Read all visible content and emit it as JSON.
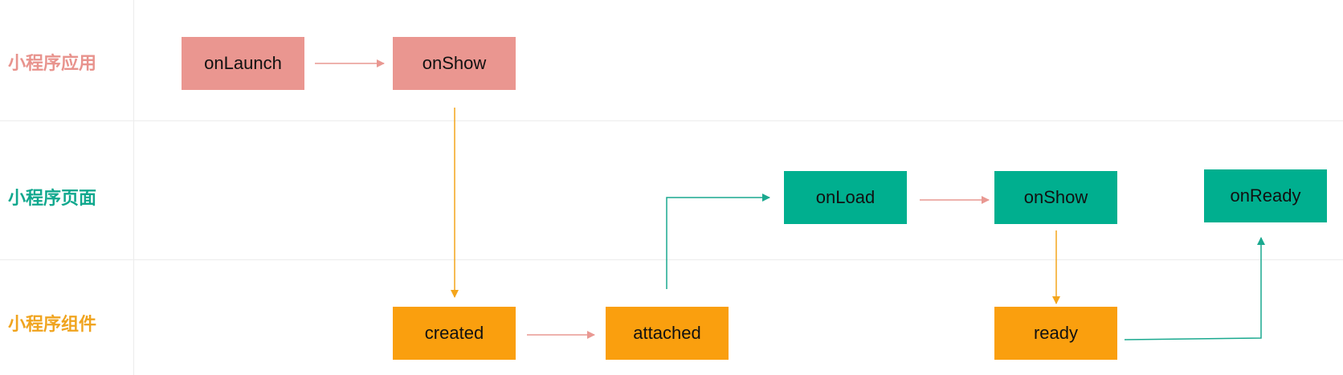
{
  "colors": {
    "app": "#ea9690",
    "page": "#00af8f",
    "component": "#fa9f0e",
    "app_label": "#e8938d",
    "page_label": "#10a88e",
    "component_label": "#f0a41f",
    "arrow_pink": "#e99892",
    "arrow_teal": "#1aa98f",
    "arrow_orange": "#f4a51c"
  },
  "lanes": {
    "app": "小程序应用",
    "page": "小程序页面",
    "component": "小程序组件"
  },
  "nodes": {
    "app_onlaunch": "onLaunch",
    "app_onshow": "onShow",
    "page_onload": "onLoad",
    "page_onshow": "onShow",
    "page_onready": "onReady",
    "comp_created": "created",
    "comp_attached": "attached",
    "comp_ready": "ready"
  }
}
